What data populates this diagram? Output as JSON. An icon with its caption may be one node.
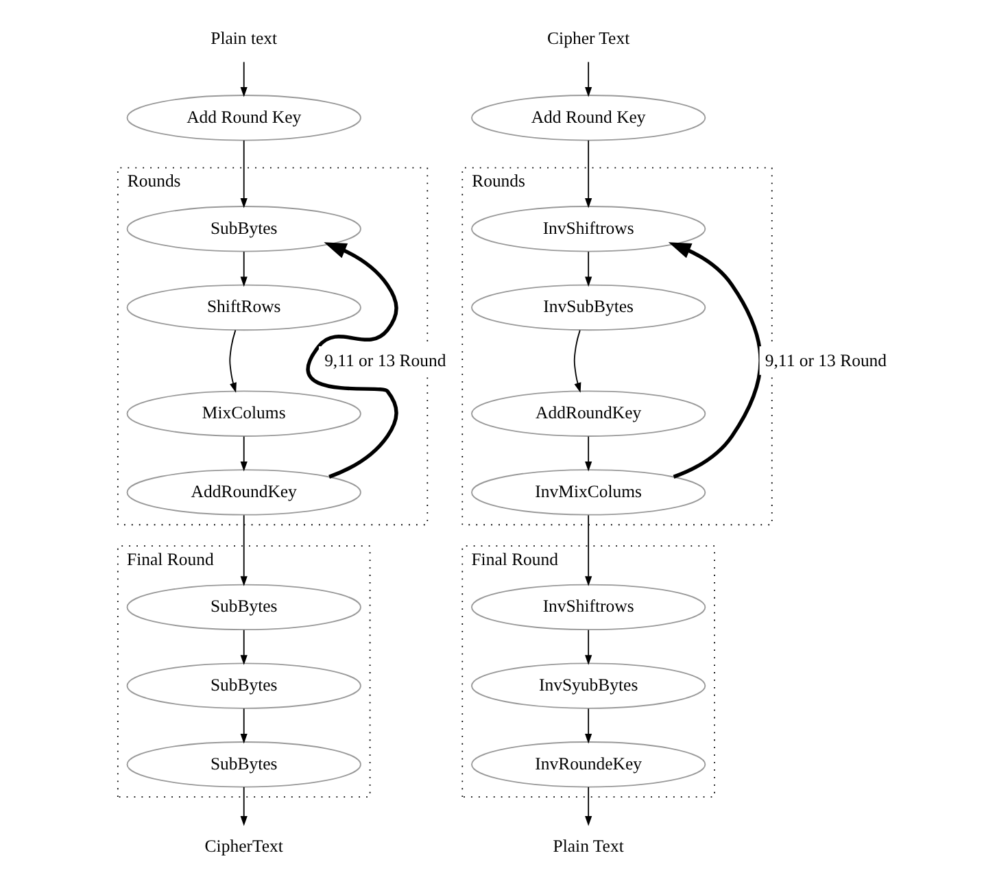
{
  "diagram": {
    "nodes": [
      {
        "text": [
          "Plain text"
        ]
      },
      {
        "text": [
          "Add Round Key"
        ]
      },
      {
        "text": [
          "Rounds"
        ]
      },
      {
        "text": [
          "SubBytes"
        ],
        "in": 2
      },
      {
        "text": [
          "ShiftRows"
        ],
        "in": 2
      },
      {
        "text": [
          "MixColums"
        ],
        "in": 2
      },
      {
        "text": [
          "AddRoundKey"
        ],
        "in": 2
      },
      {
        "text": [
          "Final Round"
        ]
      },
      {
        "text": [
          "SubBytes"
        ],
        "in": 7
      },
      {
        "text": [
          "SubBytes"
        ],
        "in": 7
      },
      {
        "text": [
          "SubBytes"
        ],
        "in": 7
      },
      {
        "text": [
          "CipherText"
        ]
      },
      {
        "text": [
          "Cipher Text"
        ]
      },
      {
        "text": [
          "Add Round Key"
        ]
      },
      {
        "text": [
          "Rounds"
        ]
      },
      {
        "text": [
          "InvShiftrows"
        ],
        "in": 14
      },
      {
        "text": [
          "InvSubBytes"
        ],
        "in": 14
      },
      {
        "text": [
          "AddRoundKey"
        ],
        "in": 14
      },
      {
        "text": [
          "InvMixColums"
        ],
        "in": 14
      },
      {
        "text": [
          "Final Round"
        ]
      },
      {
        "text": [
          "InvShiftrows"
        ],
        "in": 19
      },
      {
        "text": [
          "InvSyubBytes"
        ],
        "in": 19
      },
      {
        "text": [
          "InvRoundeKey"
        ],
        "in": 19
      },
      {
        "text": [
          "Plain Text"
        ]
      }
    ],
    "edges": [
      {
        "from": 0,
        "to": 1,
        "arrow": "to"
      },
      {
        "from": 1,
        "to": 3,
        "arrow": "to"
      },
      {
        "from": 3,
        "to": 4,
        "arrow": "to"
      },
      {
        "from": 4,
        "to": 5,
        "arrow": "to"
      },
      {
        "from": 5,
        "to": 6,
        "arrow": "to"
      },
      {
        "from": 6,
        "to": 3,
        "arrow": "to",
        "style": "thick",
        "label": "9,11 or 13 Round"
      },
      {
        "from": 6,
        "to": 8,
        "arrow": "to"
      },
      {
        "from": 8,
        "to": 9,
        "arrow": "to"
      },
      {
        "from": 9,
        "to": 10,
        "arrow": "to"
      },
      {
        "from": 10,
        "to": 11,
        "arrow": "to"
      },
      {
        "from": 12,
        "to": 13,
        "arrow": "to"
      },
      {
        "from": 13,
        "to": 15,
        "arrow": "to"
      },
      {
        "from": 15,
        "to": 16,
        "arrow": "to"
      },
      {
        "from": 16,
        "to": 17,
        "arrow": "to"
      },
      {
        "from": 17,
        "to": 18,
        "arrow": "to"
      },
      {
        "from": 18,
        "to": 15,
        "arrow": "to",
        "style": "thick",
        "label": "9,11 or 13 Round"
      },
      {
        "from": 18,
        "to": 20,
        "arrow": "to"
      },
      {
        "from": 20,
        "to": 21,
        "arrow": "to"
      },
      {
        "from": 21,
        "to": 22,
        "arrow": "to"
      },
      {
        "from": 22,
        "to": 23,
        "arrow": "to"
      }
    ]
  }
}
